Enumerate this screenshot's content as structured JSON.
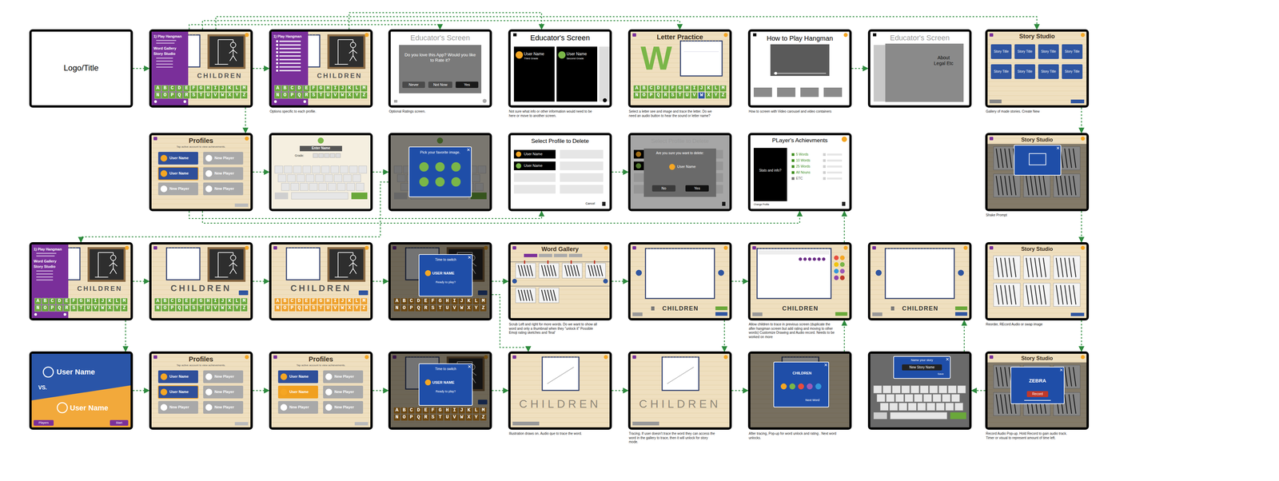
{
  "diagram": {
    "nodes": [
      {
        "text": [
          "Logo/Title"
        ]
      },
      {
        "text": [
          "1) Play Hangman",
          "Word Gallery",
          "Story Studio",
          "CHILDREN",
          "ABCDEFGHIJKLM",
          "NOPQRSTUVWXYZ"
        ]
      },
      {
        "text": [
          "1) Play Hangman",
          "CHILDREN",
          "ABCDEFGHIJKLM",
          "NOPQRSTUVWXYZ"
        ]
      },
      {
        "text": [
          "Educator's Screen",
          "Do you love this App? Would you like to Rate it?",
          "Never",
          "Not Now",
          "Yes"
        ]
      },
      {
        "text": [
          "Educator's Screen",
          "User Name",
          "Third Grade",
          "User Name",
          "Second Grade"
        ]
      },
      {
        "text": [
          "Letter Practice",
          "W",
          "ABCDEFGHIJKLM",
          "NOPQRSTUVWXYZ"
        ]
      },
      {
        "text": [
          "How to Play Hangman"
        ]
      },
      {
        "text": [
          "Educator's Screen",
          "About Legal Etc"
        ]
      },
      {
        "text": [
          "Story Studio",
          "Story Title",
          "Story Title",
          "Story Title",
          "Story Title",
          "Story Title",
          "Story Title",
          "Story Title",
          "Story Title"
        ]
      },
      {
        "text": [
          "Profiles",
          "Tap active account to view achievements.",
          "User Name",
          "New Player",
          "User Name",
          "New Player",
          "New Player",
          "New Player"
        ]
      },
      {
        "text": [
          "Enter Name",
          "Grade:"
        ]
      },
      {
        "text": [
          "Pick your favorite image."
        ]
      },
      {
        "text": [
          "Select Profile to Delete",
          "User Name",
          "User Name",
          "Cancel"
        ]
      },
      {
        "text": [
          "Select Profile to Delete",
          "Are you sure you want to delete:",
          "User Name",
          "No",
          "Yes"
        ]
      },
      {
        "text": [
          "PLayer's Achievments",
          "Stats and info?",
          "5 Words",
          "10 Words",
          "25 Words",
          "All Nouns",
          "ETC",
          "Change Profile"
        ]
      },
      {
        "text": [
          "Story Studio"
        ]
      },
      {
        "text": [
          "1) Play Hangman",
          "Word Gallery",
          "Story Studio",
          "CHILDREN",
          "ABCDEFGHIJKLM",
          "NOPQRSTUVWXYZ"
        ]
      },
      {
        "text": [
          "CHILDREN",
          "ABCDEFGHIJKLM",
          "NOPQRSTUVWXYZ"
        ]
      },
      {
        "text": [
          "CHILDREN",
          "ABCDEFGHIJKLM",
          "NOPQRSTUVWXYZ"
        ]
      },
      {
        "text": [
          "Time to switch",
          "USER NAME",
          "Ready to play?",
          "ABCDEFGHIJKLM",
          "NOPQRSTUVWXYZ"
        ]
      },
      {
        "text": [
          "Word Gallery"
        ]
      },
      {
        "text": [
          "CHILDREN"
        ]
      },
      {
        "text": [
          "CHILDREN"
        ]
      },
      {
        "text": [
          "CHILDREN"
        ]
      },
      {
        "text": [
          "Story Studio"
        ]
      },
      {
        "text": [
          "User Name",
          "VS.",
          "User Name",
          "Players",
          "Start"
        ]
      },
      {
        "text": [
          "Profiles",
          "Tap active account to view achievements.",
          "User Name",
          "New Player",
          "User Name",
          "New Player",
          "New Player",
          "New Player"
        ]
      },
      {
        "text": [
          "Profiles",
          "Tap active account to view achievements.",
          "User Name",
          "New Player",
          "User Name",
          "New Player",
          "New Player",
          "New Player"
        ]
      },
      {
        "text": [
          "Time to switch",
          "USER NAME",
          "Ready to play?",
          "ABCDEFGHIJKLM",
          "NOPQRSTUVWXYZ"
        ]
      },
      {
        "text": [
          "CHILDREN"
        ]
      },
      {
        "text": [
          "CHILDREN"
        ]
      },
      {
        "text": [
          "CHILDREN",
          "Next Word"
        ]
      },
      {
        "text": [
          "Name your story",
          "New Story Name",
          "Save"
        ]
      },
      {
        "text": [
          "Story Studio",
          "ZEBRA",
          "Record"
        ]
      }
    ],
    "edges": [
      {
        "from": 0,
        "to": 1,
        "arrow": "to"
      },
      {
        "from": 1,
        "to": 2,
        "arrow": "to"
      },
      {
        "from": 1,
        "to": 3,
        "arrow": "to"
      },
      {
        "from": 1,
        "to": 5,
        "arrow": "to"
      },
      {
        "from": 1,
        "to": 8,
        "arrow": "to"
      },
      {
        "from": 2,
        "to": 4,
        "arrow": "to"
      },
      {
        "from": 6,
        "to": 7,
        "arrow": "to"
      },
      {
        "from": 1,
        "to": 9,
        "arrow": "to"
      },
      {
        "from": 8,
        "to": 15,
        "arrow": "to"
      },
      {
        "from": 9,
        "to": 10,
        "arrow": "to"
      },
      {
        "from": 10,
        "to": 11,
        "arrow": "to"
      },
      {
        "from": 11,
        "to": 16,
        "arrow": "to"
      },
      {
        "from": 9,
        "to": 12,
        "arrow": "to"
      },
      {
        "from": 12,
        "to": 13,
        "arrow": "to"
      },
      {
        "from": 9,
        "to": 14,
        "arrow": "to"
      },
      {
        "from": 15,
        "to": 24,
        "arrow": "to"
      },
      {
        "from": 16,
        "to": 17,
        "arrow": "to"
      },
      {
        "from": 17,
        "to": 18,
        "arrow": "to"
      },
      {
        "from": 18,
        "to": 19,
        "arrow": "to"
      },
      {
        "from": 19,
        "to": 20,
        "arrow": "to"
      },
      {
        "from": 20,
        "to": 21,
        "arrow": "to"
      },
      {
        "from": 21,
        "to": 22,
        "arrow": "to"
      },
      {
        "from": 22,
        "to": 14,
        "arrow": "to"
      },
      {
        "from": 24,
        "to": 33,
        "arrow": "to"
      },
      {
        "from": 16,
        "to": 25,
        "arrow": "to"
      },
      {
        "from": 25,
        "to": 26,
        "arrow": "to"
      },
      {
        "from": 26,
        "to": 27,
        "arrow": "to"
      },
      {
        "from": 27,
        "to": 28,
        "arrow": "to"
      },
      {
        "from": 28,
        "to": 29,
        "arrow": "to"
      },
      {
        "from": 29,
        "to": 30,
        "arrow": "to"
      },
      {
        "from": 30,
        "to": 31,
        "arrow": "to"
      },
      {
        "from": 31,
        "to": 22,
        "arrow": "to"
      },
      {
        "from": 21,
        "to": 30,
        "arrow": "to"
      },
      {
        "from": 33,
        "to": 32,
        "arrow": "to"
      },
      {
        "from": 32,
        "to": 23,
        "arrow": "to"
      },
      {
        "from": 19,
        "to": 29,
        "arrow": "to"
      }
    ],
    "labels": [
      "Options specific to each profile.",
      "Optional Ratings screen.",
      "Not sure what info or other information would need to be here or move to another screen.",
      "Select a letter see and image and trace the letter. Do we need an audio button to hear the sound or letter name?",
      "How to screen with Video carousel and video containers",
      "Gallery of made stories. Create New",
      "Shake Prompt",
      "Scrub Left and right for more words. Do we want to show all word and only a thumbnail when they \"unlock it\" Possible Emoji rating sketches and 'final'",
      "Allow children to trace in previous screen (duplicate the after hangman screen but add rating and moving to other words) Customize Drawing and Audio record. Needs to be worked on more",
      "Reorder, REcord Audio or swap image",
      "Illustration draws on. Audio que to trace the word.",
      "Tracing. If user doesn't trace the word they can access the word in the gallery to trace, then it will unlock for story mode.",
      "After tracing, Pop-up for word unlock and rating . Next word unlocks.",
      "Record Audio Pop-up. Hold Record to gain audio track. Timer or visual to represent amount of time left."
    ]
  }
}
